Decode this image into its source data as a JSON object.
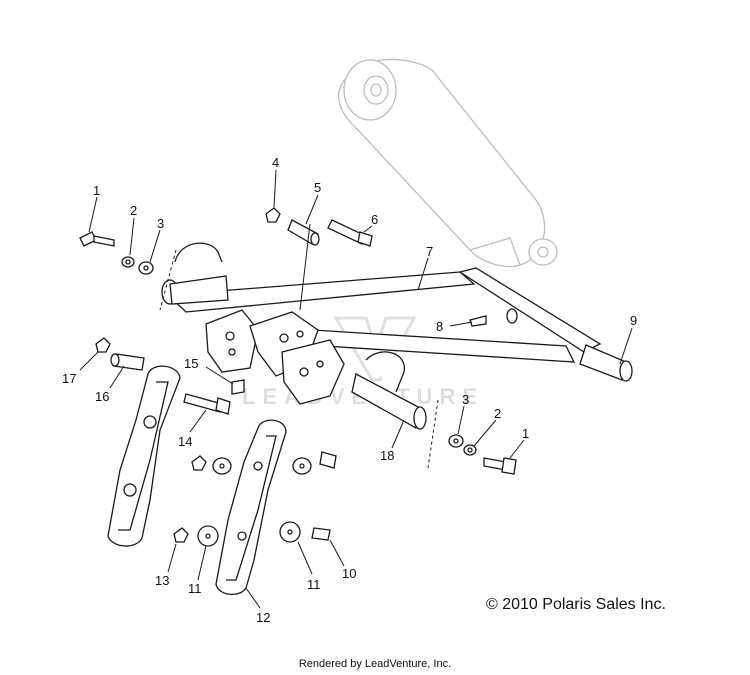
{
  "diagram": {
    "callouts": [
      {
        "id": "c1a",
        "label": "1"
      },
      {
        "id": "c2a",
        "label": "2"
      },
      {
        "id": "c3a",
        "label": "3"
      },
      {
        "id": "c4",
        "label": "4"
      },
      {
        "id": "c5",
        "label": "5"
      },
      {
        "id": "c6",
        "label": "6"
      },
      {
        "id": "c7",
        "label": "7"
      },
      {
        "id": "c8",
        "label": "8"
      },
      {
        "id": "c9",
        "label": "9"
      },
      {
        "id": "c15",
        "label": "15"
      },
      {
        "id": "c17",
        "label": "17"
      },
      {
        "id": "c16",
        "label": "16"
      },
      {
        "id": "c14",
        "label": "14"
      },
      {
        "id": "c3b",
        "label": "3"
      },
      {
        "id": "c2b",
        "label": "2"
      },
      {
        "id": "c1b",
        "label": "1"
      },
      {
        "id": "c18",
        "label": "18"
      },
      {
        "id": "c13",
        "label": "13"
      },
      {
        "id": "c11a",
        "label": "11"
      },
      {
        "id": "c12",
        "label": "12"
      },
      {
        "id": "c11b",
        "label": "11"
      },
      {
        "id": "c10",
        "label": "10"
      }
    ]
  },
  "watermark_text": "LEADVENTURE",
  "copyright": "© 2010 Polaris Sales Inc.",
  "rendered_by": "Rendered by LeadVenture, Inc."
}
